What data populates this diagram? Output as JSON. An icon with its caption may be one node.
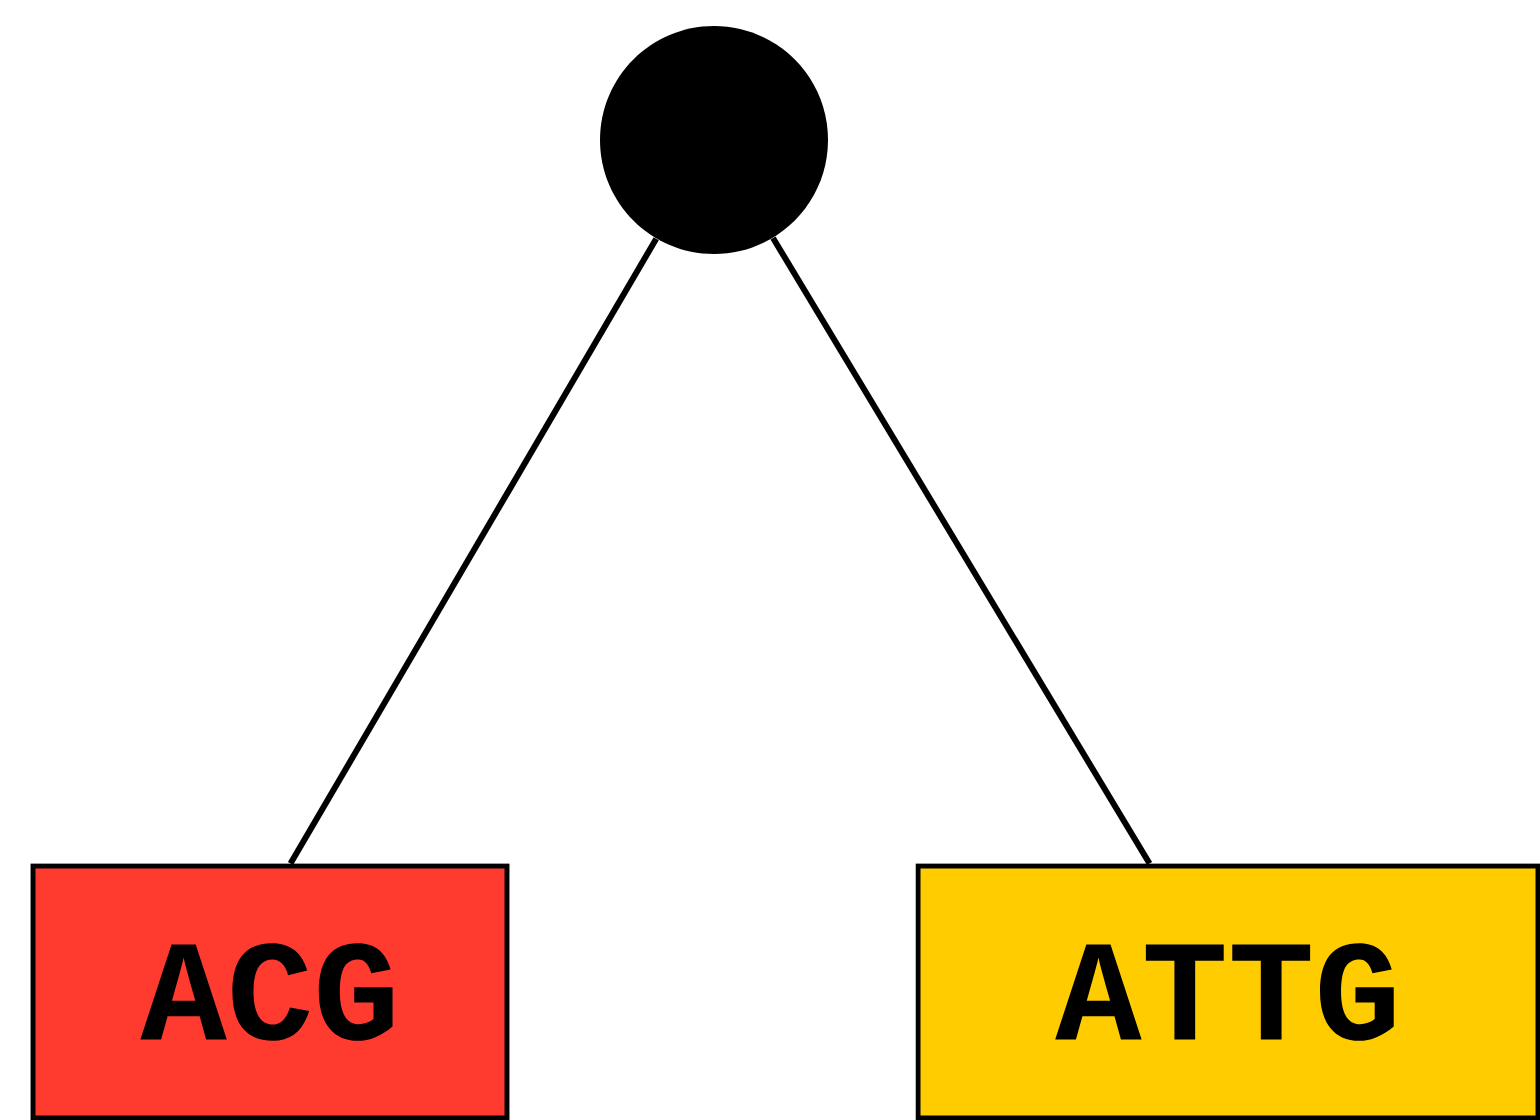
{
  "diagram": {
    "nodes": [
      {
        "text": [],
        "shape": "circle"
      },
      {
        "text": [
          "ACG"
        ]
      },
      {
        "text": [
          "ATTG"
        ]
      }
    ],
    "edges": [
      {
        "from": 0,
        "to": 1,
        "arrow": "none"
      },
      {
        "from": 0,
        "to": 2,
        "arrow": "none"
      }
    ]
  }
}
